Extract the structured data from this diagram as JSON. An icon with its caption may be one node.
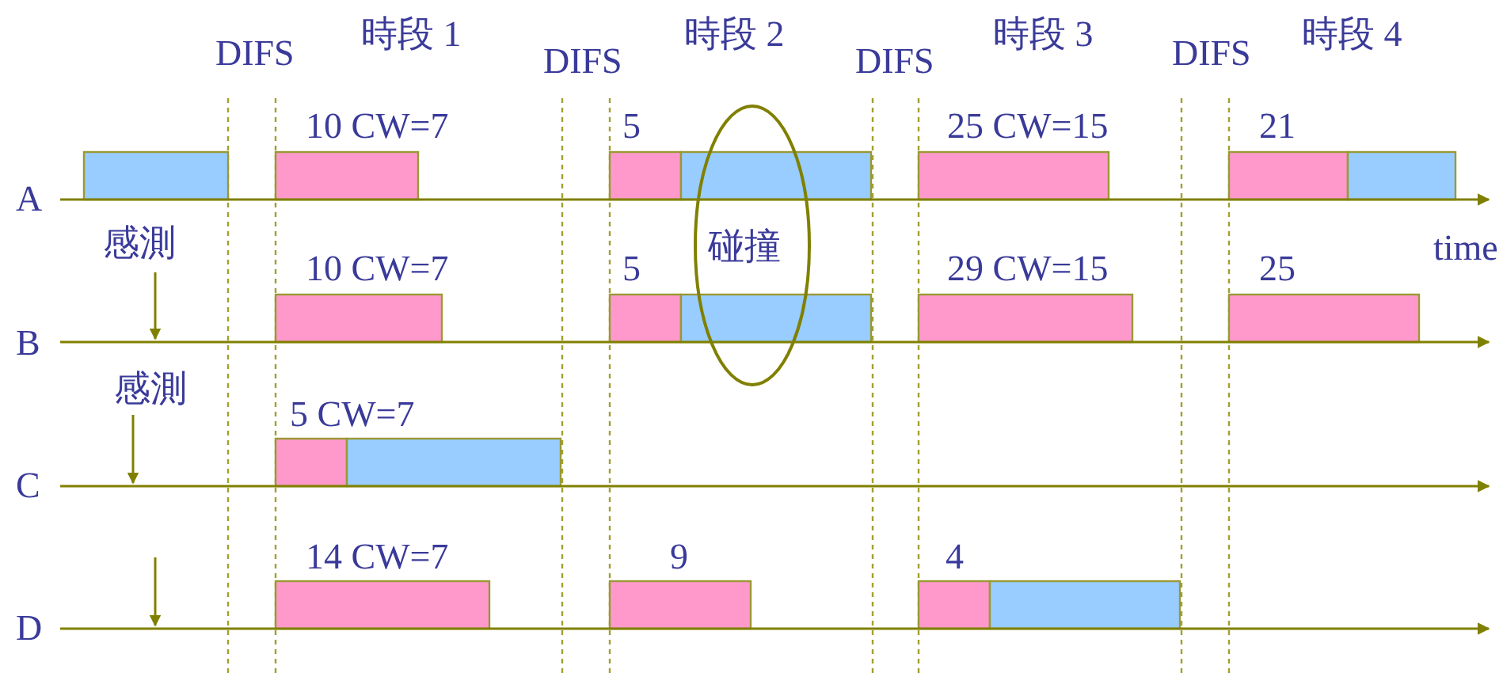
{
  "diagram": {
    "nodes": [
      {
        "text": [
          "碰撞"
        ]
      }
    ],
    "labels": [
      "DIFS",
      "時段 1",
      "DIFS",
      "時段 2",
      "DIFS",
      "時段 3",
      "DIFS",
      "時段 4",
      "10 CW=7",
      "5",
      "25 CW=15",
      "21",
      "A",
      "感測",
      "time",
      "10 CW=7",
      "5",
      "29 CW=15",
      "25",
      "B",
      "感測",
      "5 CW=7",
      "C",
      "14 CW=7",
      "9",
      "4",
      "D"
    ]
  }
}
